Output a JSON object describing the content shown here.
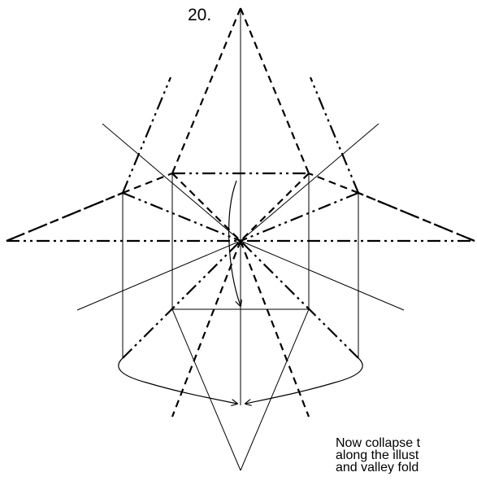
{
  "step": {
    "number": "20."
  },
  "instructions": {
    "lines": [
      "Now collapse t",
      "along the illust",
      "and valley fold"
    ]
  },
  "diagram": {
    "line_color": "#000000",
    "background_color": "#ffffff",
    "line_styles": [
      "valley-fold-dashed",
      "mountain-fold-dash-dot-dot",
      "crease-thin"
    ],
    "icons": [
      "curved-arrow-icon",
      "arrowhead-icon"
    ]
  }
}
